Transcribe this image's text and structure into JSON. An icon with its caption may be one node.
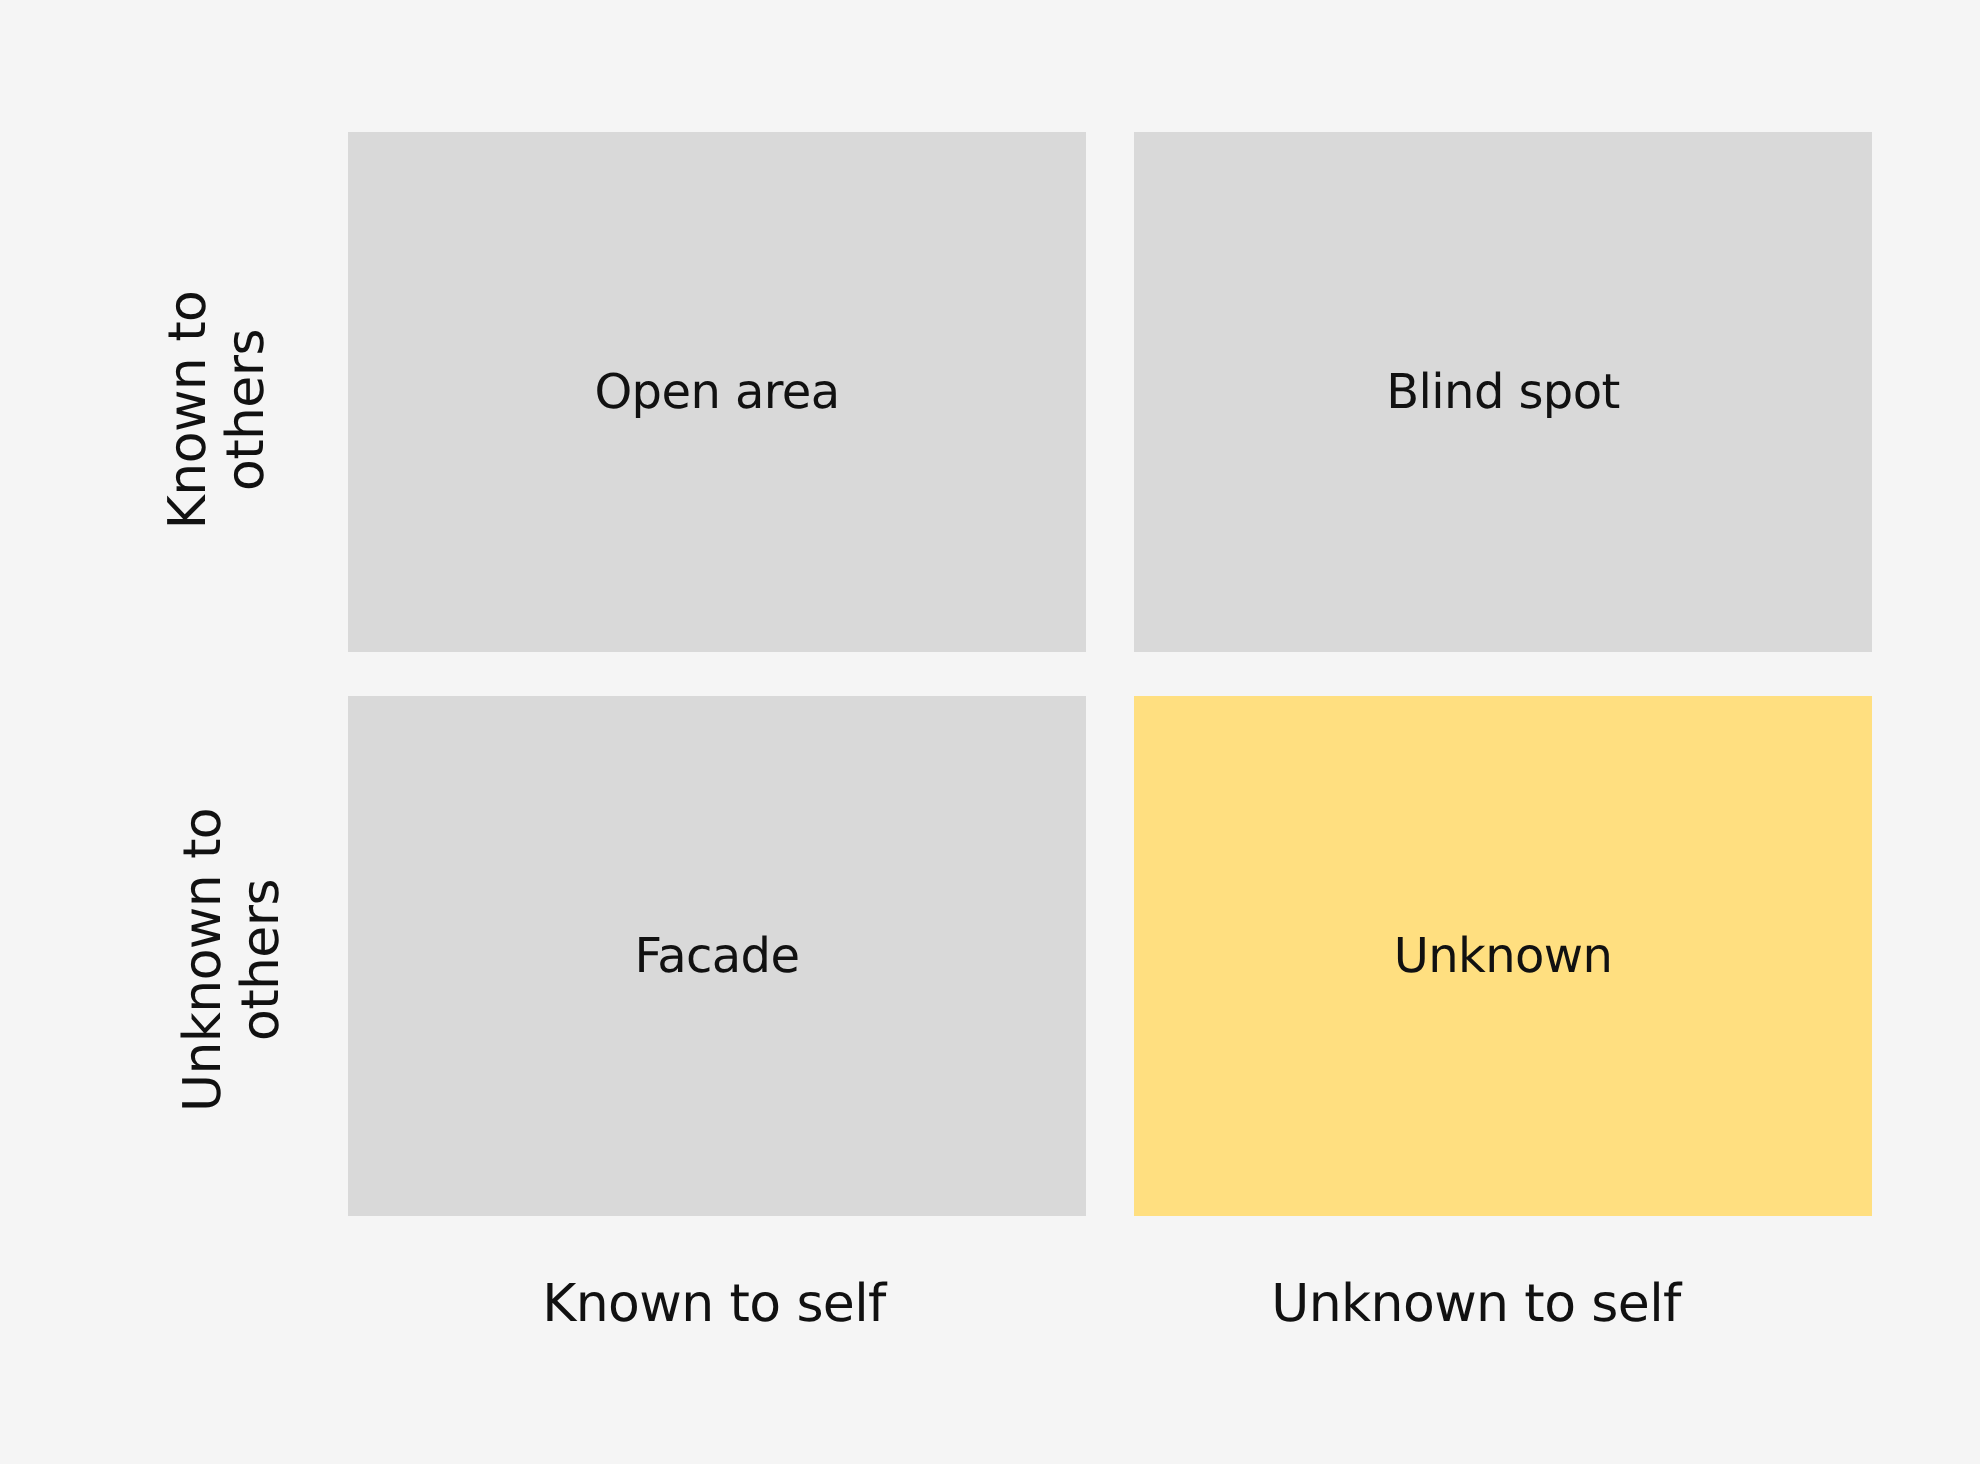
{
  "diagram": {
    "nodes": [
      {
        "text": [
          "Open area"
        ]
      },
      {
        "text": [
          "Blind spot"
        ]
      },
      {
        "text": [
          "Facade"
        ]
      },
      {
        "text": [
          "Unknown"
        ]
      }
    ],
    "labels": [
      "Known to others",
      "Unknown to others",
      "Known to self",
      "Unknown to self"
    ]
  }
}
